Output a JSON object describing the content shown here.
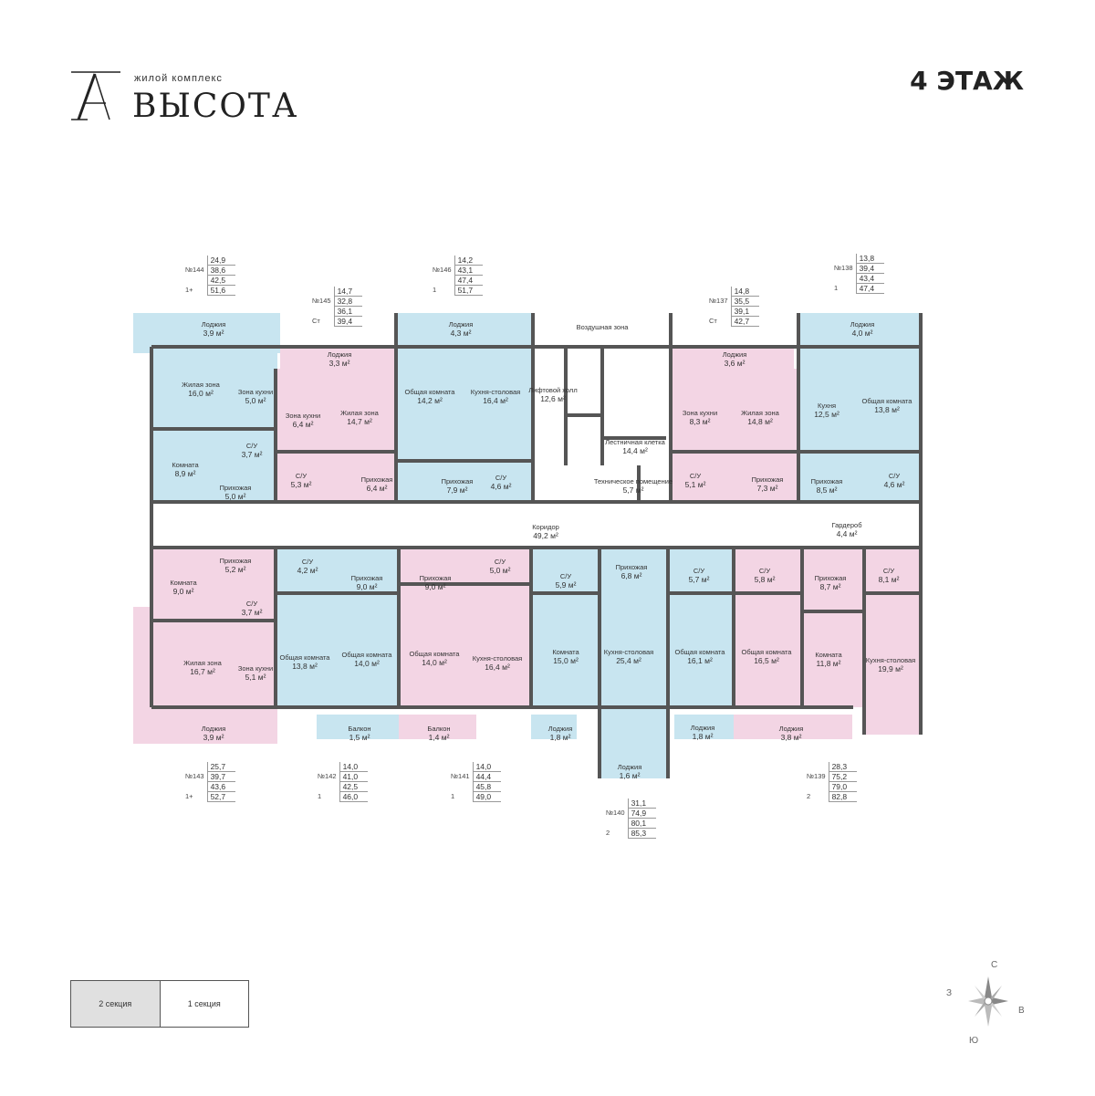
{
  "brand": {
    "subtitle": "жилой комплекс",
    "name": "ВЫСОТА",
    "mark": "A"
  },
  "floor": "4 ЭТАЖ",
  "sections": [
    {
      "label": "2 секция",
      "active": true
    },
    {
      "label": "1 секция",
      "active": false
    }
  ],
  "compass": {
    "n": "С",
    "s": "Ю",
    "w": "З",
    "e": "В"
  },
  "colors": {
    "blue": "#c8e5f0",
    "pink": "#f3d5e4",
    "wall": "#555555",
    "common": "#ffffff"
  },
  "apartments": [
    {
      "no": "№144",
      "rooms": "1+",
      "areas": [
        "24,9",
        "38,6",
        "42,5",
        "51,6"
      ]
    },
    {
      "no": "№145",
      "rooms": "Ст",
      "areas": [
        "14,7",
        "32,8",
        "36,1",
        "39,4"
      ]
    },
    {
      "no": "№146",
      "rooms": "1",
      "areas": [
        "14,2",
        "43,1",
        "47,4",
        "51,7"
      ]
    },
    {
      "no": "№137",
      "rooms": "Ст",
      "areas": [
        "14,8",
        "35,5",
        "39,1",
        "42,7"
      ]
    },
    {
      "no": "№138",
      "rooms": "1",
      "areas": [
        "13,8",
        "39,4",
        "43,4",
        "47,4"
      ]
    },
    {
      "no": "№143",
      "rooms": "1+",
      "areas": [
        "25,7",
        "39,7",
        "43,6",
        "52,7"
      ]
    },
    {
      "no": "№142",
      "rooms": "1",
      "areas": [
        "14,0",
        "41,0",
        "42,5",
        "46,0"
      ]
    },
    {
      "no": "№141",
      "rooms": "1",
      "areas": [
        "14,0",
        "44,4",
        "45,8",
        "49,0"
      ]
    },
    {
      "no": "№140",
      "rooms": "2",
      "areas": [
        "31,1",
        "74,9",
        "80,1",
        "85,3"
      ]
    },
    {
      "no": "№139",
      "rooms": "2",
      "areas": [
        "28,3",
        "75,2",
        "79,0",
        "82,8"
      ]
    }
  ],
  "rooms": [
    {
      "label": "Лоджия",
      "area": "3,9 м²"
    },
    {
      "label": "Жилая зона",
      "area": "16,0 м²"
    },
    {
      "label": "Зона кухни",
      "area": "5,0 м²"
    },
    {
      "label": "С/У",
      "area": "3,7 м²"
    },
    {
      "label": "Комната",
      "area": "8,9 м²"
    },
    {
      "label": "Прихожая",
      "area": "5,0 м²"
    },
    {
      "label": "Лоджия",
      "area": "3,3 м²"
    },
    {
      "label": "Зона кухни",
      "area": "6,4 м²"
    },
    {
      "label": "Жилая зона",
      "area": "14,7 м²"
    },
    {
      "label": "С/У",
      "area": "5,3 м²"
    },
    {
      "label": "Прихожая",
      "area": "6,4 м²"
    },
    {
      "label": "Лоджия",
      "area": "4,3 м²"
    },
    {
      "label": "Общая комната",
      "area": "14,2 м²"
    },
    {
      "label": "Кухня-столовая",
      "area": "16,4 м²"
    },
    {
      "label": "Прихожая",
      "area": "7,9 м²"
    },
    {
      "label": "С/У",
      "area": "4,6 м²"
    },
    {
      "label": "Воздушная зона",
      "area": ""
    },
    {
      "label": "Лифтовой холл",
      "area": "12,6 м²"
    },
    {
      "label": "Лестничная клетка",
      "area": "14,4 м²"
    },
    {
      "label": "Техническое помещение",
      "area": "5,7 м²"
    },
    {
      "label": "Лоджия",
      "area": "3,6 м²"
    },
    {
      "label": "Зона кухни",
      "area": "8,3 м²"
    },
    {
      "label": "Жилая зона",
      "area": "14,8 м²"
    },
    {
      "label": "С/У",
      "area": "5,1 м²"
    },
    {
      "label": "Прихожая",
      "area": "7,3 м²"
    },
    {
      "label": "Лоджия",
      "area": "4,0 м²"
    },
    {
      "label": "Кухня",
      "area": "12,5 м²"
    },
    {
      "label": "Общая комната",
      "area": "13,8 м²"
    },
    {
      "label": "Прихожая",
      "area": "8,5 м²"
    },
    {
      "label": "С/У",
      "area": "4,6 м²"
    },
    {
      "label": "Коридор",
      "area": "49,2 м²"
    },
    {
      "label": "Гардероб",
      "area": "4,4 м²"
    },
    {
      "label": "Комната",
      "area": "9,0 м²"
    },
    {
      "label": "Прихожая",
      "area": "5,2 м²"
    },
    {
      "label": "С/У",
      "area": "3,7 м²"
    },
    {
      "label": "Жилая зона",
      "area": "16,7 м²"
    },
    {
      "label": "Зона кухни",
      "area": "5,1 м²"
    },
    {
      "label": "Лоджия",
      "area": "3,9 м²"
    },
    {
      "label": "С/У",
      "area": "4,2 м²"
    },
    {
      "label": "Прихожая",
      "area": "9,0 м²"
    },
    {
      "label": "Общая комната",
      "area": "13,8 м²"
    },
    {
      "label": "Общая комната",
      "area": "14,0 м²"
    },
    {
      "label": "Балкон",
      "area": "1,5 м²"
    },
    {
      "label": "Прихожая",
      "area": "9,0 м²"
    },
    {
      "label": "С/У",
      "area": "5,0 м²"
    },
    {
      "label": "Общая комната",
      "area": "14,0 м²"
    },
    {
      "label": "Кухня-столовая",
      "area": "16,4 м²"
    },
    {
      "label": "Балкон",
      "area": "1,4 м²"
    },
    {
      "label": "С/У",
      "area": "5,9 м²"
    },
    {
      "label": "Комната",
      "area": "15,0 м²"
    },
    {
      "label": "Лоджия",
      "area": "1,8 м²"
    },
    {
      "label": "Прихожая",
      "area": "6,8 м²"
    },
    {
      "label": "Кухня-столовая",
      "area": "25,4 м²"
    },
    {
      "label": "Лоджия",
      "area": "1,6 м²"
    },
    {
      "label": "С/У",
      "area": "5,7 м²"
    },
    {
      "label": "Общая комната",
      "area": "16,1 м²"
    },
    {
      "label": "Лоджия",
      "area": "1,8 м²"
    },
    {
      "label": "С/У",
      "area": "5,8 м²"
    },
    {
      "label": "Общая комната",
      "area": "16,5 м²"
    },
    {
      "label": "Лоджия",
      "area": "3,8 м²"
    },
    {
      "label": "Прихожая",
      "area": "8,7 м²"
    },
    {
      "label": "Комната",
      "area": "11,8 м²"
    },
    {
      "label": "С/У",
      "area": "8,1 м²"
    },
    {
      "label": "Кухня-столовая",
      "area": "19,9 м²"
    }
  ]
}
